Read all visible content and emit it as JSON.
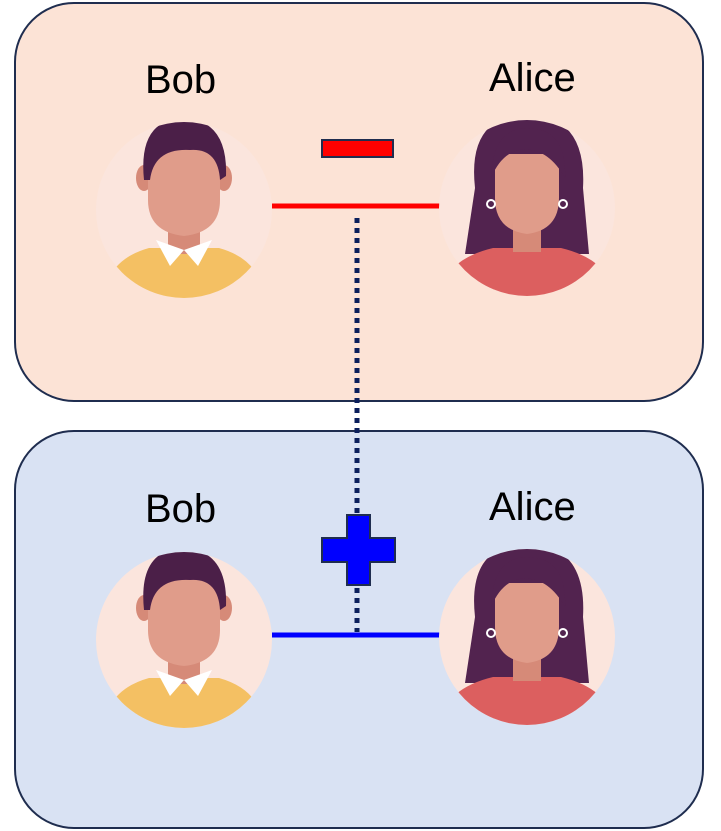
{
  "top_panel": {
    "left_person": {
      "name": "Bob",
      "avatar": "man-avatar-icon"
    },
    "right_person": {
      "name": "Alice",
      "avatar": "woman-avatar-icon"
    },
    "link_color": "#ff0000",
    "sign": "minus-icon",
    "sign_color": "#ff0000",
    "background": "#fce3d6"
  },
  "bottom_panel": {
    "left_person": {
      "name": "Bob",
      "avatar": "man-avatar-icon"
    },
    "right_person": {
      "name": "Alice",
      "avatar": "woman-avatar-icon"
    },
    "link_color": "#0000ff",
    "sign": "plus-icon",
    "sign_color": "#0000ff",
    "background": "#d9e2f3"
  },
  "connector": {
    "style": "dotted",
    "color": "#0b1f5c"
  },
  "colors": {
    "panel_border": "#1f2d4f",
    "skin": "#e09c8a",
    "man_hair": "#4b1f48",
    "woman_hair": "#52234f",
    "sweater": "#f4c063",
    "dress": "#dc5f5f",
    "avatar_bg": "#fbe5dd"
  }
}
